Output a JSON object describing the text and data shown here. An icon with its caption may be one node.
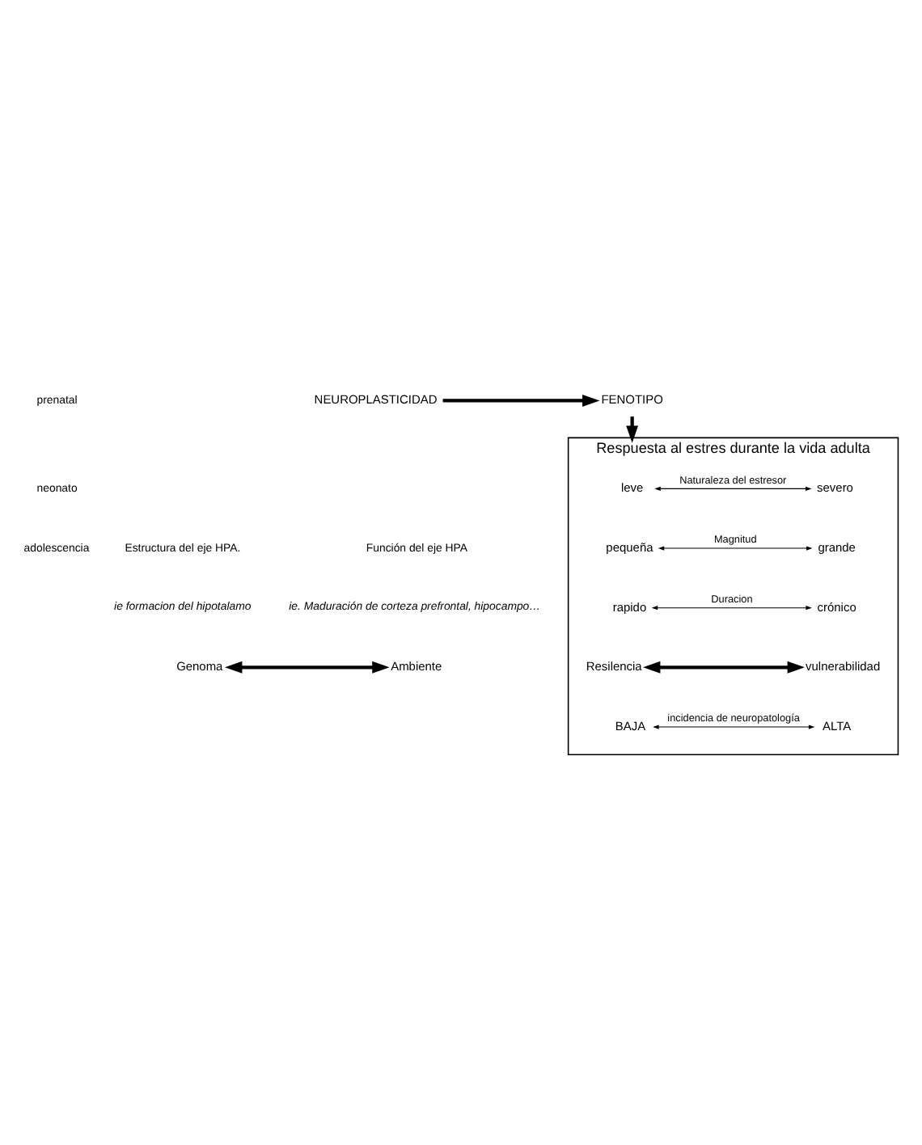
{
  "diagram": {
    "nodes": [
      {
        "text": [
          "Genoma"
        ]
      },
      {
        "text": [
          "NEUROPLASTICIDAD"
        ]
      },
      {
        "text": [
          "Ambiente"
        ]
      },
      {
        "text": [
          "FENOTIPO"
        ]
      },
      {
        "text": [
          "Respuesta al estres durante la vida adulta"
        ]
      },
      {
        "text": [
          "leve"
        ],
        "in": 4
      },
      {
        "text": [
          "severo"
        ],
        "in": 4
      },
      {
        "text": [
          "pequeña"
        ],
        "in": 4
      },
      {
        "text": [
          "grande"
        ],
        "in": 4
      },
      {
        "text": [
          "rapido"
        ],
        "in": 4
      },
      {
        "text": [
          "crónico"
        ],
        "in": 4
      },
      {
        "text": [
          "Resilencia"
        ],
        "in": 4
      },
      {
        "text": [
          "vulnerabilidad"
        ],
        "in": 4
      },
      {
        "text": [
          "BAJA"
        ],
        "in": 4
      },
      {
        "text": [
          "ALTA"
        ],
        "in": 4
      }
    ],
    "edges": [
      {
        "from": 0,
        "to": 2,
        "arrow": "both",
        "style": "thick"
      },
      {
        "from": 1,
        "to": 3,
        "arrow": "to",
        "style": "thick"
      },
      {
        "from": 3,
        "to": 4,
        "arrow": "to",
        "style": "thick"
      },
      {
        "from": 5,
        "to": 6,
        "arrow": "both",
        "label": "Naturaleza del estresor"
      },
      {
        "from": 7,
        "to": 8,
        "arrow": "both",
        "label": "Magnitud"
      },
      {
        "from": 9,
        "to": 10,
        "arrow": "both",
        "label": "Duracion"
      },
      {
        "from": 11,
        "to": 12,
        "arrow": "both",
        "style": "thick"
      },
      {
        "from": 13,
        "to": 14,
        "arrow": "both",
        "label": "incidencia de neuropatología"
      }
    ],
    "labels": [
      "prenatal",
      "neonato",
      "adolescencia",
      "Estructura del eje HPA.",
      "ie formacion del hipotalamo",
      "Función del eje HPA",
      "ie. Maduración de corteza prefrontal, hipocampo…"
    ]
  }
}
